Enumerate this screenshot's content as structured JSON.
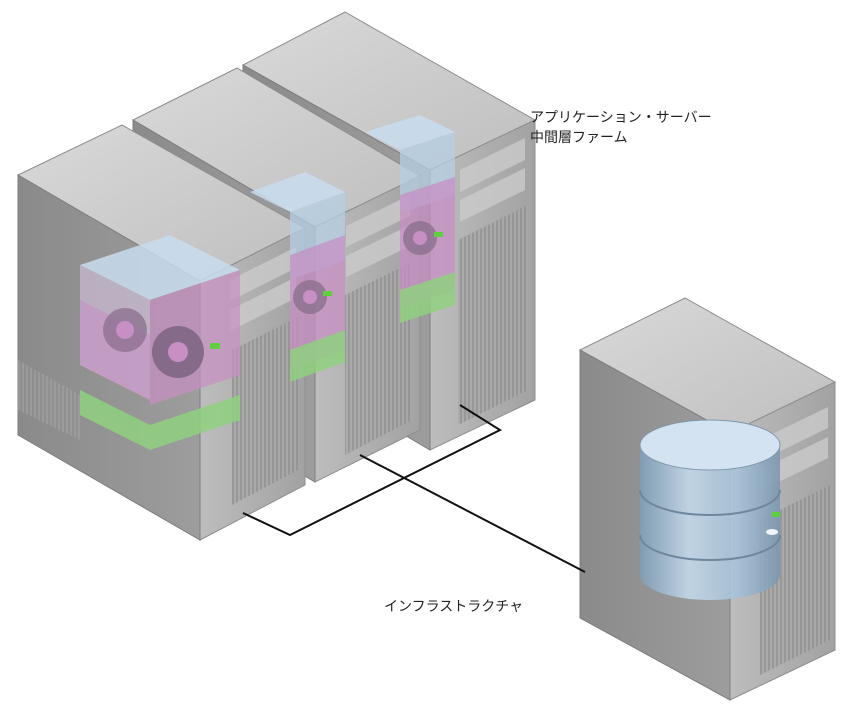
{
  "labels": {
    "app_server_farm_line1": "アプリケーション・サーバー",
    "app_server_farm_line2": "中間層ファーム",
    "infrastructure": "インフラストラクチャ"
  },
  "colors": {
    "server_face": "#909090",
    "server_side": "#b4b4b4",
    "server_top": "#cfcfcf",
    "component_glass": "#c8dcee",
    "component_magenta": "#c78fc4",
    "component_green": "#8fd07f",
    "database_body": "#a9c6de",
    "connector": "#111111"
  },
  "icons": [
    "gear-icon",
    "database-icon",
    "led-indicator"
  ]
}
